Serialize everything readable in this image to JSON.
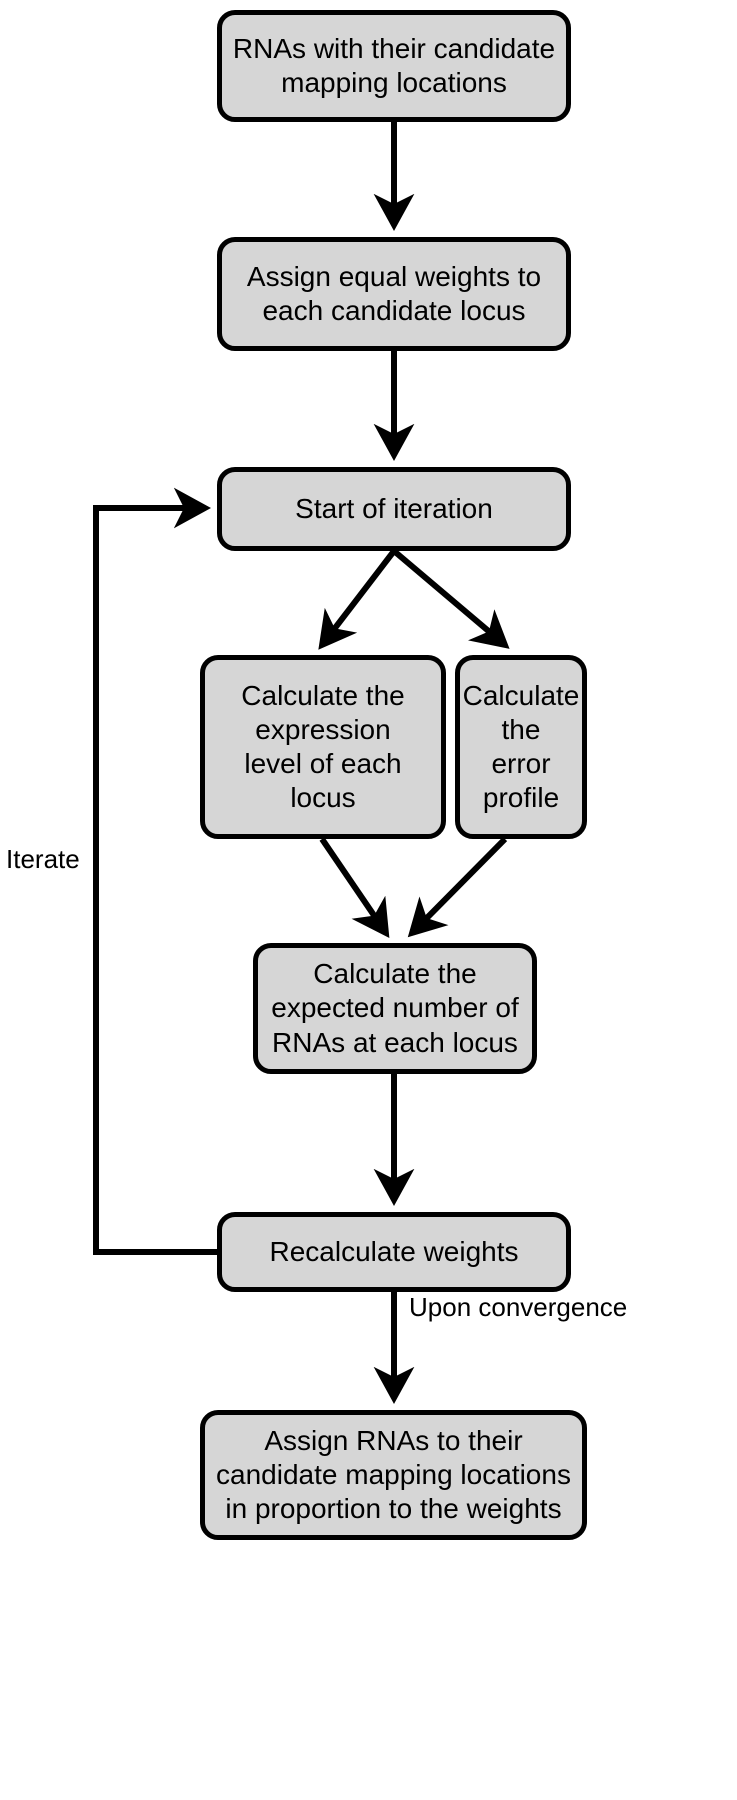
{
  "diagram": {
    "title": "RNA multi-mapping expectation-maximization flowchart",
    "type": "flowchart",
    "style": {
      "node_fill": "#d6d6d6",
      "node_stroke": "#000000",
      "text_color": "#000000",
      "background": "#ffffff"
    }
  },
  "nodes": [
    {
      "id": "input-rnas",
      "label": "RNAs with their candidate\nmapping locations"
    },
    {
      "id": "assign-weights",
      "label": "Assign equal weights to\neach candidate locus"
    },
    {
      "id": "start-iteration",
      "label": "Start of iteration"
    },
    {
      "id": "expression-level",
      "label": "Calculate the\nexpression\nlevel of each\nlocus"
    },
    {
      "id": "error-profile",
      "label": "Calculate the\nerror profile"
    },
    {
      "id": "expected-number",
      "label": "Calculate the\nexpected number of\nRNAs at each locus"
    },
    {
      "id": "recalculate",
      "label": "Recalculate weights"
    },
    {
      "id": "final-assign",
      "label": "Assign RNAs to their\ncandidate mapping locations\nin proportion to the weights"
    }
  ],
  "edge_labels": {
    "iterate": "Iterate",
    "upon_convergence": "Upon convergence"
  },
  "edges": [
    {
      "from": "input-rnas",
      "to": "assign-weights",
      "label": ""
    },
    {
      "from": "assign-weights",
      "to": "start-iteration",
      "label": ""
    },
    {
      "from": "start-iteration",
      "to": "expression-level",
      "label": ""
    },
    {
      "from": "start-iteration",
      "to": "error-profile",
      "label": ""
    },
    {
      "from": "expression-level",
      "to": "expected-number",
      "label": ""
    },
    {
      "from": "error-profile",
      "to": "expected-number",
      "label": ""
    },
    {
      "from": "expected-number",
      "to": "recalculate",
      "label": ""
    },
    {
      "from": "recalculate",
      "to": "start-iteration",
      "label": "Iterate"
    },
    {
      "from": "recalculate",
      "to": "final-assign",
      "label": "Upon convergence"
    }
  ]
}
